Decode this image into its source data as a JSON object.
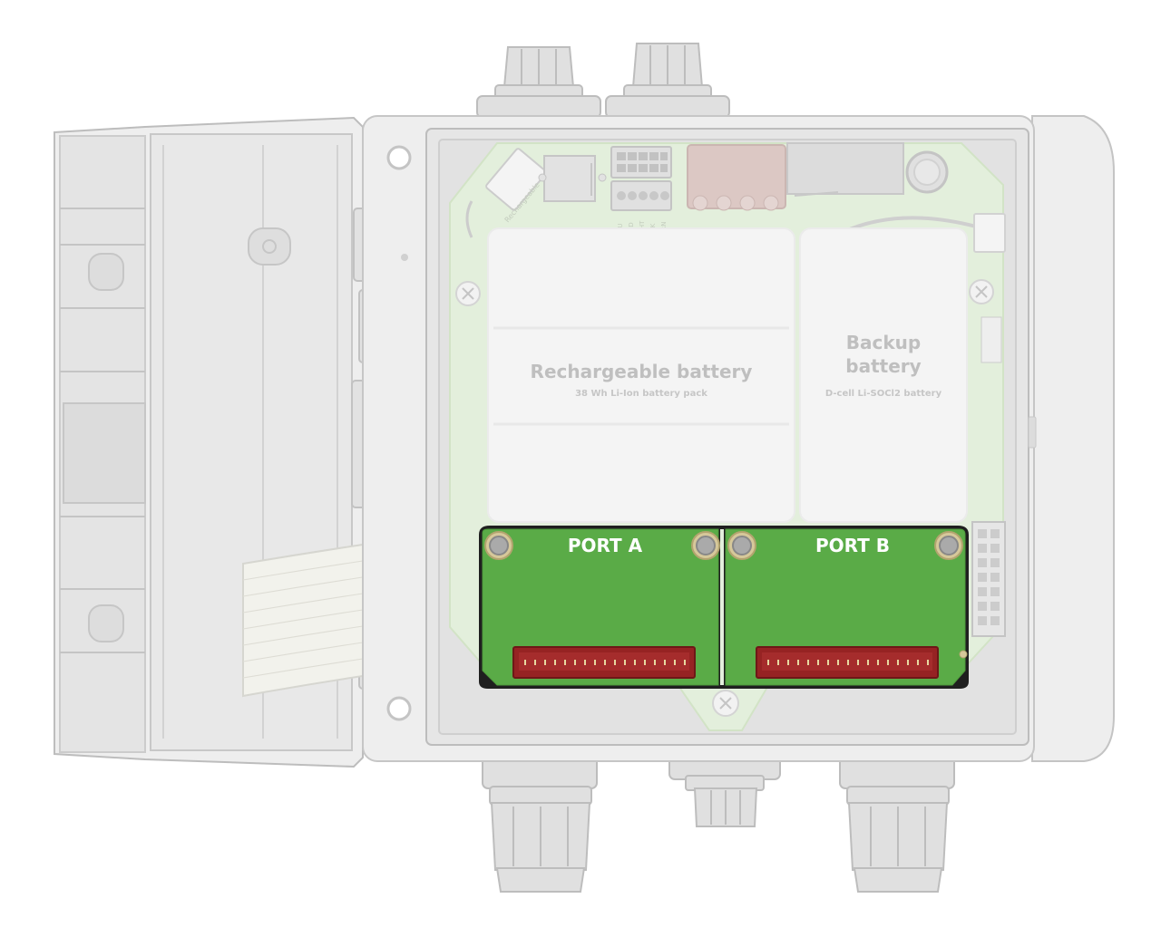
{
  "batteries": {
    "rechargeable": {
      "title": "Rechargeable battery",
      "subtitle": "38 Wh Li-Ion battery pack"
    },
    "backup": {
      "title_line1": "Backup",
      "title_line2": "battery",
      "subtitle": "D-cell Li-SOCl2 battery"
    }
  },
  "ports": {
    "a": {
      "label": "PORT A"
    },
    "b": {
      "label": "PORT B"
    }
  },
  "silkscreen": {
    "battery_jack": "Rechargeable",
    "wire_colors": [
      "BLU",
      "RED",
      "WHT",
      "BLK",
      "GRN"
    ]
  },
  "colors": {
    "port_board": "#5aab47",
    "port_connector": "#962323",
    "main_pcb": "#e3efdc",
    "battery_cell": "#f4f4f4",
    "enclosure": "#ececec"
  }
}
